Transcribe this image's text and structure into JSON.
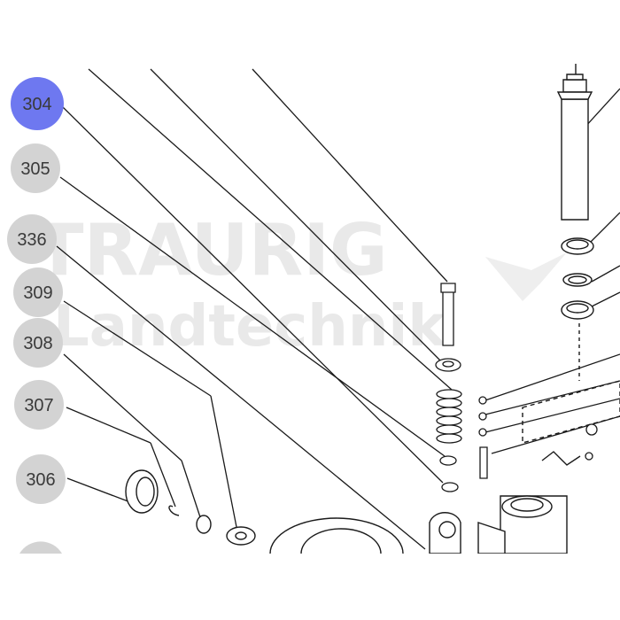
{
  "watermark": {
    "line1": "TRAURIG",
    "line2": "Landtechnik"
  },
  "colors": {
    "selected_bubble": "#6e78f0",
    "bubble": "#d3d3d3",
    "line": "#1a1a1a"
  },
  "callouts": [
    {
      "label": "304",
      "selected": true
    },
    {
      "label": "305",
      "selected": false
    },
    {
      "label": "336",
      "selected": false
    },
    {
      "label": "309",
      "selected": false
    },
    {
      "label": "308",
      "selected": false
    },
    {
      "label": "307",
      "selected": false
    },
    {
      "label": "306",
      "selected": false
    }
  ]
}
